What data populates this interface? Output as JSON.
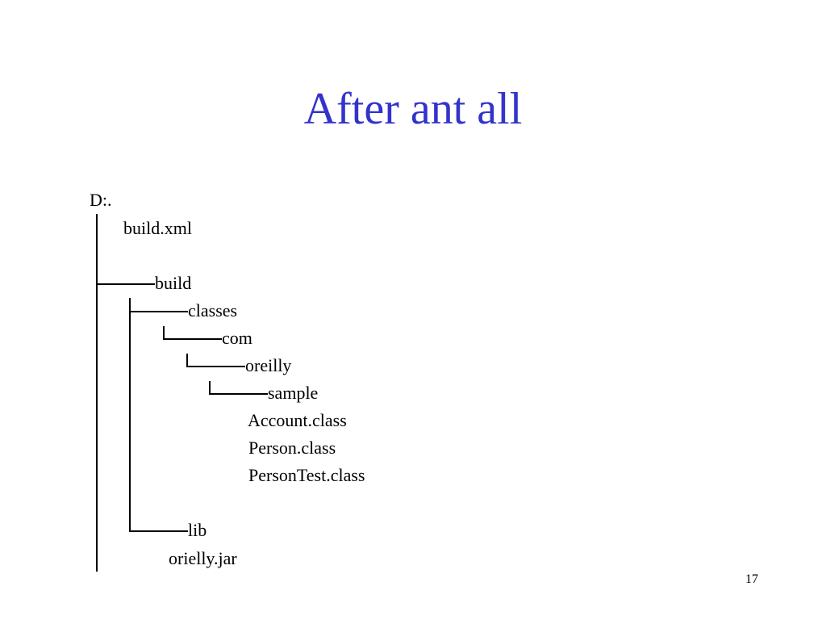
{
  "slide": {
    "title": "After ant all",
    "page_number": "17",
    "colors": {
      "title": "#3333cc",
      "text": "#000000",
      "background": "#ffffff"
    }
  },
  "tree": {
    "root": "D:.",
    "build_xml": "build.xml",
    "build": "build",
    "classes": "classes",
    "com": "com",
    "oreilly": "oreilly",
    "sample": "sample",
    "account_class": "Account.class",
    "person_class": "Person.class",
    "persontest_class": "PersonTest.class",
    "lib": "lib",
    "orielly_jar": "orielly.jar"
  }
}
